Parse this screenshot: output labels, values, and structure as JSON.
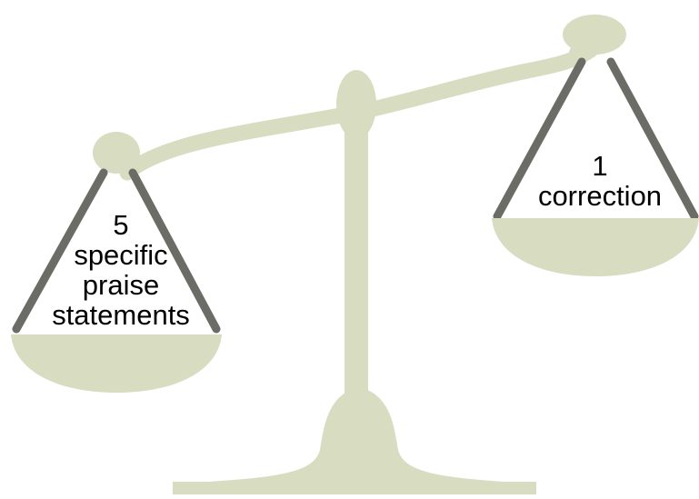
{
  "colors": {
    "scale": "#d8dcc0",
    "chain": "#6c6c67",
    "background": "#ffffff",
    "text": "#000000"
  },
  "left_pan": {
    "lines": [
      "5",
      "specific",
      "praise",
      "statements"
    ]
  },
  "right_pan": {
    "lines": [
      "1",
      "correction"
    ]
  }
}
